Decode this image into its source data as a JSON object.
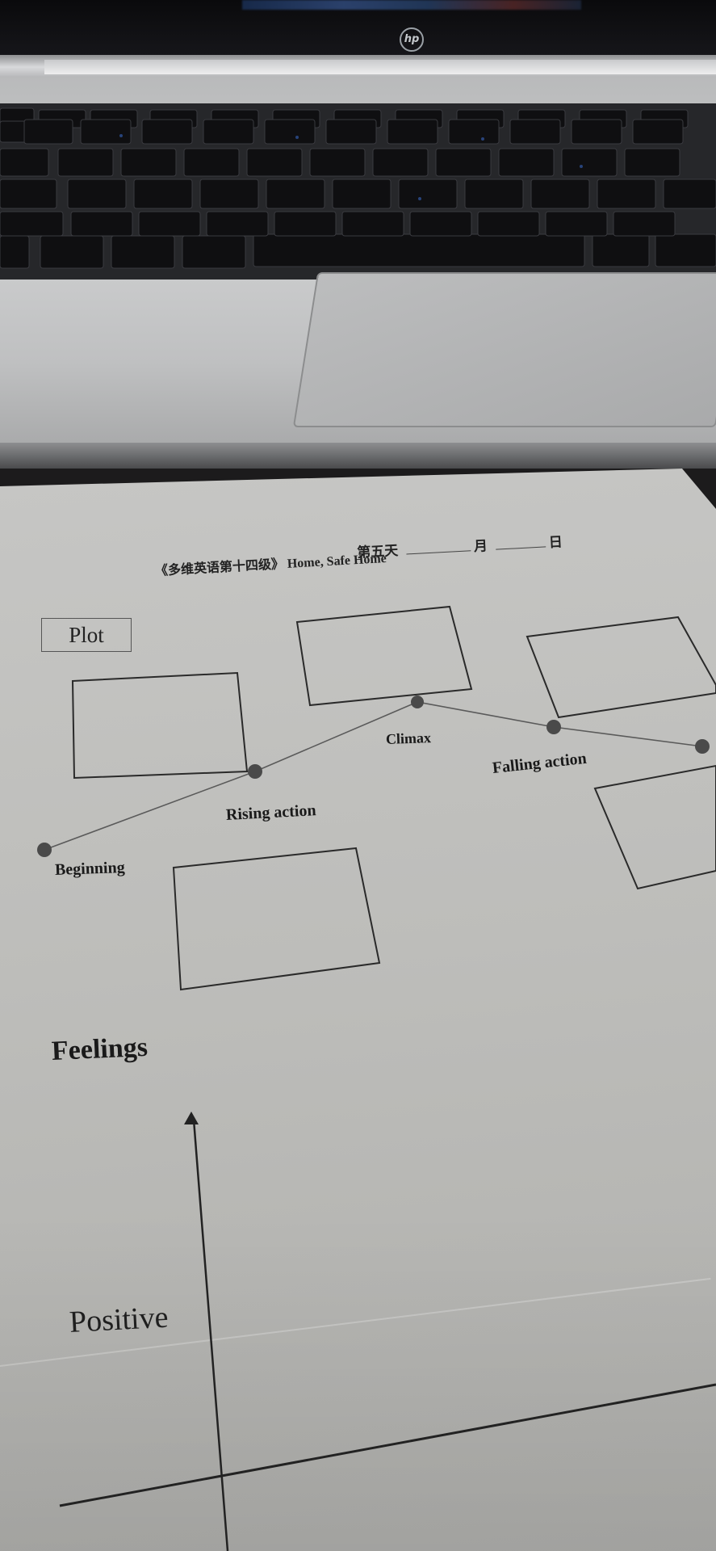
{
  "worksheet": {
    "day_label": "第五天",
    "month_label": "月",
    "date_label": "日",
    "title": "《多维英语第十四级》 Home, Safe Home"
  },
  "plot": {
    "heading": "Plot",
    "stages": [
      {
        "label": "Beginning"
      },
      {
        "label": "Rising action"
      },
      {
        "label": "Climax"
      },
      {
        "label": "Falling action"
      }
    ]
  },
  "feelings": {
    "heading": "Feelings",
    "axis_label": "Positive"
  },
  "laptop": {
    "brand_icon": "hp-logo-icon"
  }
}
